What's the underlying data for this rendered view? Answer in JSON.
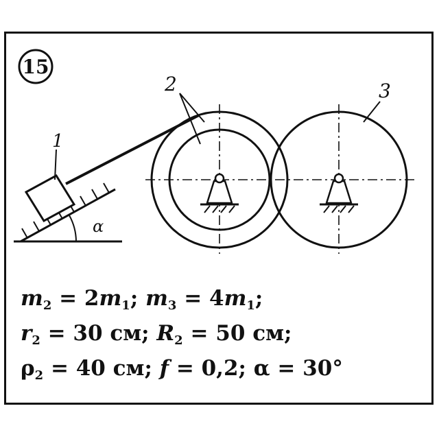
{
  "problem_number": "15",
  "labels": {
    "body1": "1",
    "body2": "2",
    "body3": "3",
    "angle": "α"
  },
  "formulas": [
    [
      {
        "t": "m",
        "it": true
      },
      {
        "t": "2",
        "sub": true
      },
      {
        "t": " = 2"
      },
      {
        "t": "m",
        "it": true
      },
      {
        "t": "1",
        "sub": true
      },
      {
        "t": "; "
      },
      {
        "t": "m",
        "it": true
      },
      {
        "t": "3",
        "sub": true
      },
      {
        "t": " = 4"
      },
      {
        "t": "m",
        "it": true
      },
      {
        "t": "1",
        "sub": true
      },
      {
        "t": ";"
      }
    ],
    [
      {
        "t": "r",
        "it": true
      },
      {
        "t": "2",
        "sub": true
      },
      {
        "t": " = 30 см; "
      },
      {
        "t": "R",
        "it": true
      },
      {
        "t": "2",
        "sub": true
      },
      {
        "t": " = 50 см;"
      }
    ],
    [
      {
        "t": "ρ"
      },
      {
        "t": "2",
        "sub": true
      },
      {
        "t": " = 40 см; "
      },
      {
        "t": "f",
        "it": true
      },
      {
        "t": " = 0,2; α = 30°"
      }
    ]
  ],
  "colors": {
    "ink": "#111111",
    "paper": "#ffffff"
  }
}
